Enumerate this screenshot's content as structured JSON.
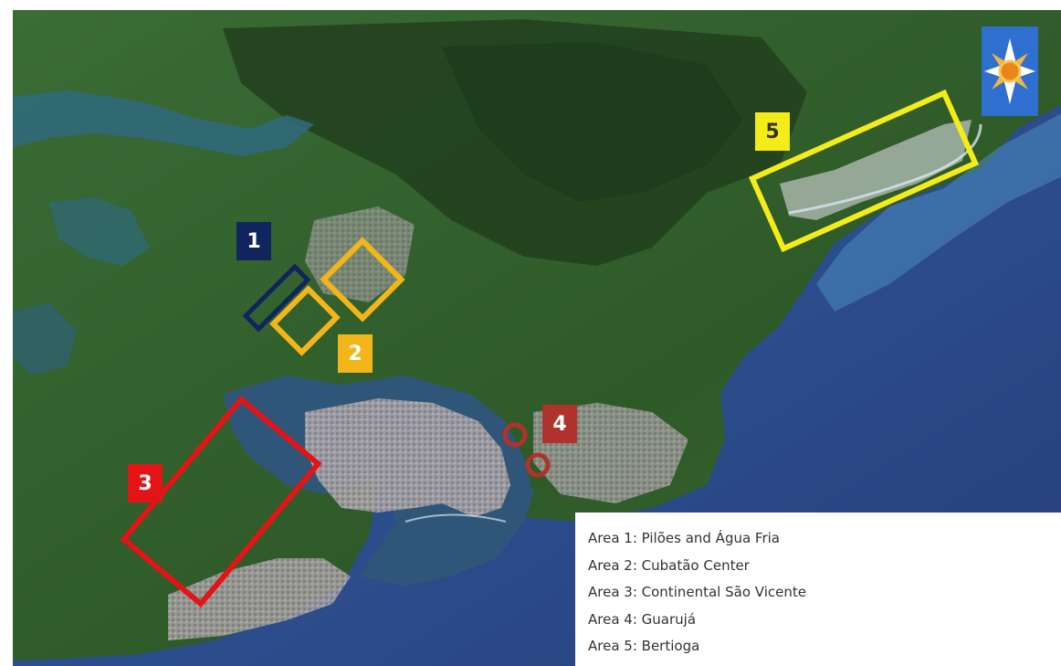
{
  "colors": {
    "area1": "#10245e",
    "area2": "#f3b61a",
    "area3": "#e21416",
    "area4": "#b0322c",
    "area5": "#f4ec19",
    "ocean": "#2c4a86",
    "forest": "#2f5a28"
  },
  "area_badges": [
    {
      "id": "1",
      "label": "1"
    },
    {
      "id": "2",
      "label": "2"
    },
    {
      "id": "3",
      "label": "3"
    },
    {
      "id": "4",
      "label": "4"
    },
    {
      "id": "5",
      "label": "5"
    }
  ],
  "legend": {
    "items": [
      "Area 1: Pilões and Água Fria",
      "Area 2: Cubatão Center",
      "Area 3: Continental São Vicente",
      "Area 4: Guarujá",
      "Area 5: Bertioga"
    ]
  },
  "compass": {
    "icon": "sun-compass-icon"
  }
}
